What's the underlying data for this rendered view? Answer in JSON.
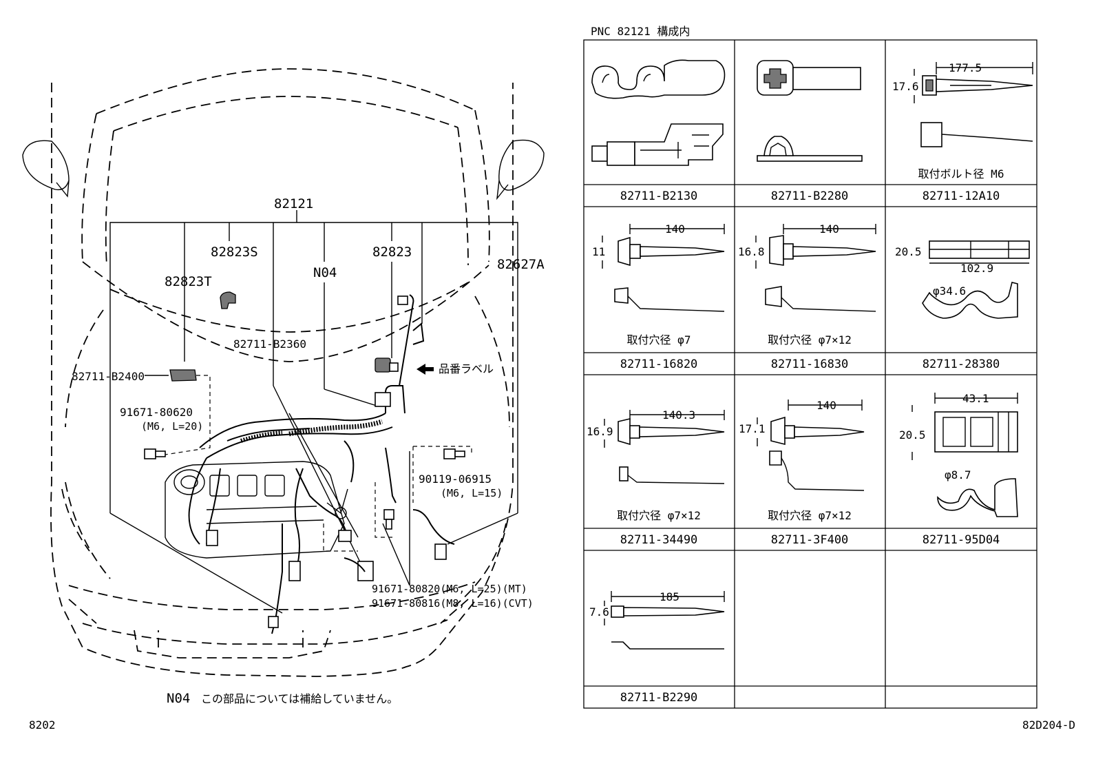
{
  "header": {
    "pnc_title": "PNC 82121 構成内"
  },
  "main_diagram": {
    "assembly": "82121",
    "callouts": {
      "c82823S": "82823S",
      "c82823T": "82823T",
      "cN04": "N04",
      "c82823": "82823",
      "c82627A": "82627A",
      "c82711_B2360": "82711-B2360",
      "c82711_B2400": "82711-B2400",
      "part_label": "品番ラベル",
      "bolt1_no": "91671-80620",
      "bolt1_spec": "(M6, L=20)",
      "bolt2_no": "90119-06915",
      "bolt2_spec": "(M6, L=15)",
      "bolt3": "91671-80820(M6, L=25)(MT)",
      "bolt4": "91671-80816(M8, L=16)(CVT)"
    },
    "footnote_code": "N04",
    "footnote_text": "この部品については補給していません。"
  },
  "parts_table": {
    "r1c1": {
      "pn": "82711-B2130"
    },
    "r1c2": {
      "pn": "82711-B2280"
    },
    "r1c3": {
      "pn": "82711-12A10",
      "note": "取付ボルト径 M6",
      "dim_len": "177.5",
      "dim_h": "17.6"
    },
    "r2c1": {
      "pn": "82711-16820",
      "note": "取付穴径 φ7",
      "dim_len": "140",
      "dim_h": "11"
    },
    "r2c2": {
      "pn": "82711-16830",
      "note": "取付穴径 φ7×12",
      "dim_len": "140",
      "dim_h": "16.8"
    },
    "r2c3": {
      "pn": "82711-28380",
      "dim_w": "102.9",
      "dim_h": "20.5",
      "dim_d": "φ34.6"
    },
    "r3c1": {
      "pn": "82711-34490",
      "note": "取付穴径 φ7×12",
      "dim_len": "140.3",
      "dim_h": "16.9"
    },
    "r3c2": {
      "pn": "82711-3F400",
      "note": "取付穴径 φ7×12",
      "dim_len": "140",
      "dim_h": "17.1"
    },
    "r3c3": {
      "pn": "82711-95D04",
      "dim_w": "43.1",
      "dim_h": "20.5",
      "dim_d": "φ8.7"
    },
    "r4c1": {
      "pn": "82711-B2290",
      "dim_len": "185",
      "dim_h": "7.6"
    }
  },
  "footer": {
    "left_code": "8202",
    "right_code": "82D204-D"
  }
}
